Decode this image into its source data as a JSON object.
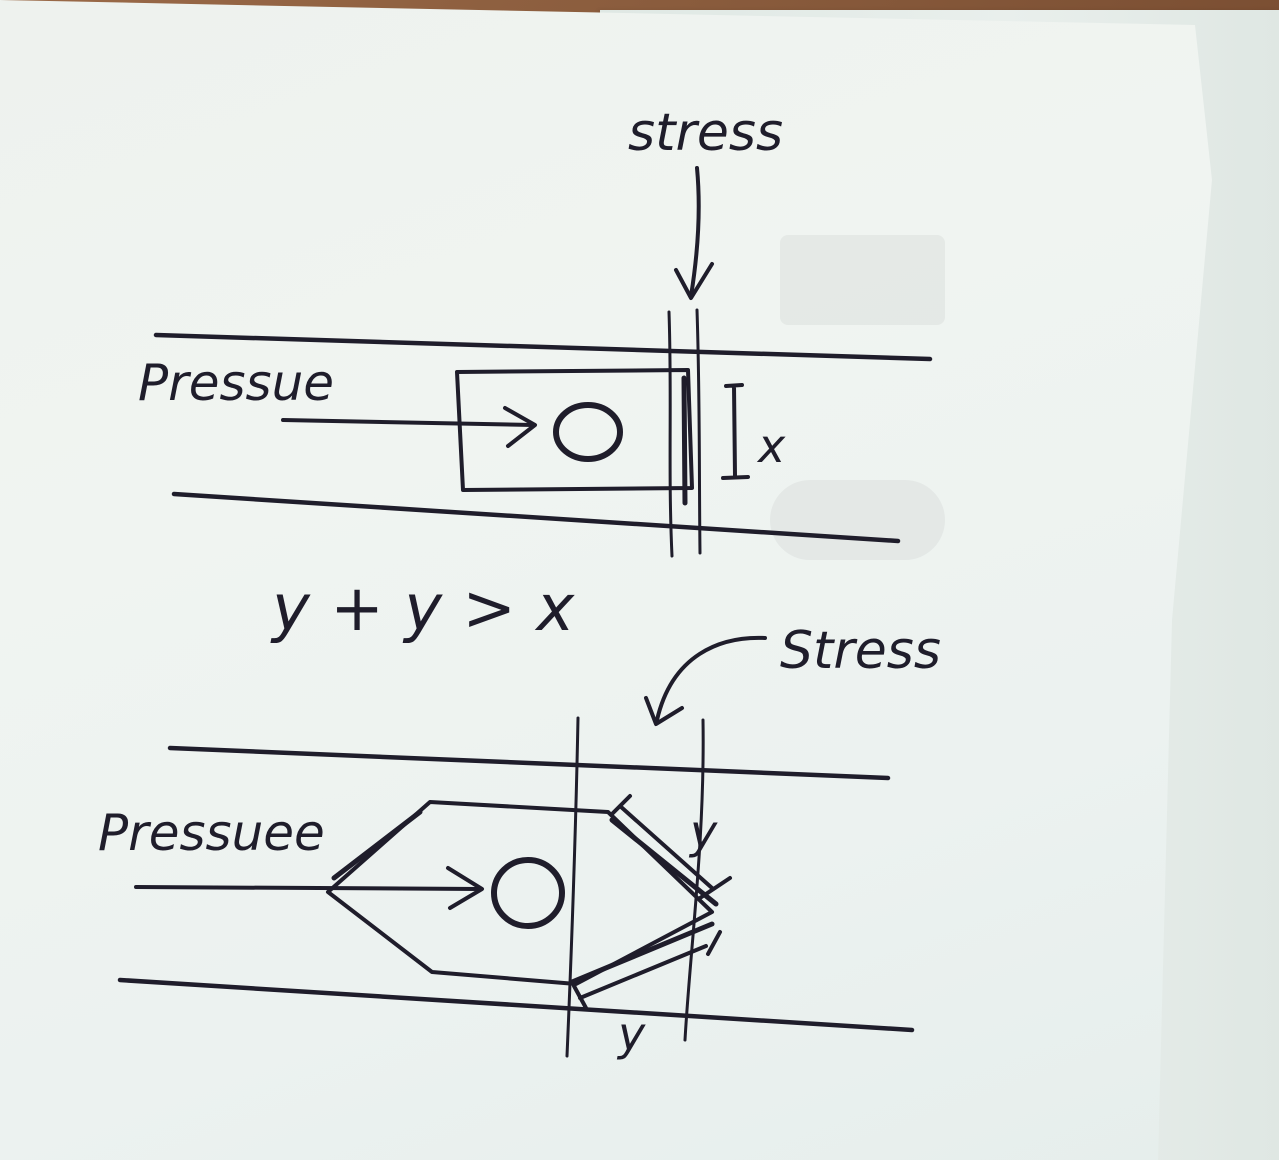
{
  "diagram": {
    "top": {
      "stress_label": "stress",
      "pressure_label": "Pressue",
      "object_label": "O",
      "gap_label": "x"
    },
    "equation": "y + y > x",
    "bottom": {
      "stress_label": "Stress",
      "pressure_label": "Pressuee",
      "object_label": "O",
      "side_label_upper": "y",
      "side_label_lower": "y"
    }
  }
}
